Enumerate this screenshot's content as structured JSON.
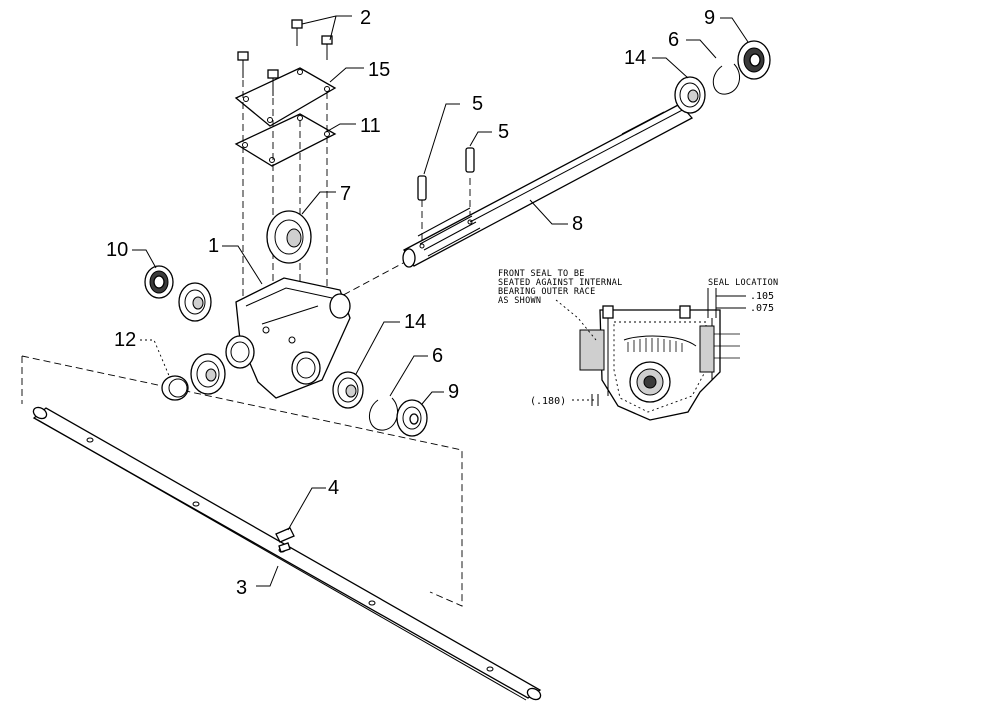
{
  "callouts": {
    "c1": "1",
    "c2": "2",
    "c3": "3",
    "c4": "4",
    "c5a": "5",
    "c5b": "5",
    "c6a": "6",
    "c6b": "6",
    "c7": "7",
    "c8": "8",
    "c9a": "9",
    "c9b": "9",
    "c10": "10",
    "c11": "11",
    "c12": "12",
    "c14a": "14",
    "c14b": "14",
    "c15": "15"
  },
  "detail": {
    "note_line1": "FRONT SEAL TO BE",
    "note_line2": "SEATED AGAINST INTERNAL",
    "note_line3": "BEARING OUTER RACE",
    "note_line4": "AS SHOWN",
    "seal_location": "SEAL LOCATION",
    "dim_upper": ".105",
    "dim_lower": ".075",
    "dim_offset": "(.180)"
  }
}
